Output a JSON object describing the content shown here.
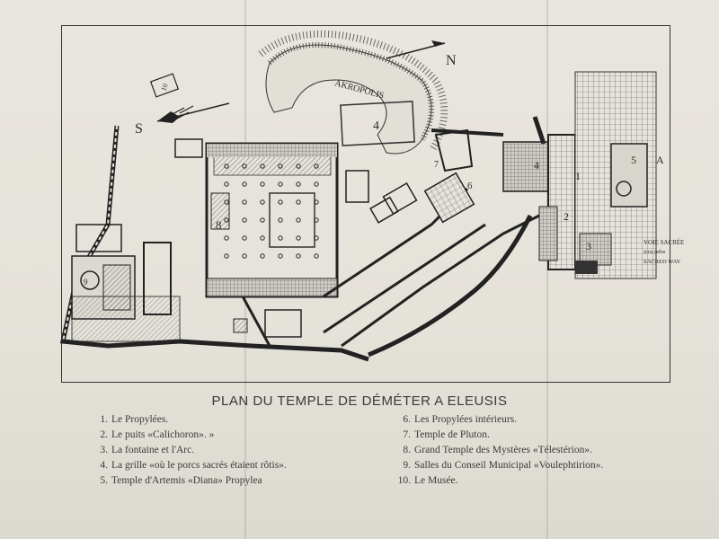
{
  "plan": {
    "title": "PLAN DU TEMPLE DE DÉMÉTER A ELEUSIS",
    "labels": {
      "north": "N",
      "south": "S",
      "acropolis": "AKROPOLIS",
      "voie_sacree": "VOIE SACRÉE",
      "voie_sacree_sub": "iera odos",
      "voie_sacree_en": "SACRED WAY",
      "building_10": "10",
      "n1": "1",
      "n2": "2",
      "n3": "3",
      "n4": "4",
      "n5": "5",
      "n6": "6",
      "n7": "7",
      "n8": "8",
      "n9": "9",
      "nA": "A"
    }
  },
  "legend": {
    "left": [
      {
        "num": "1.",
        "text": "Le Propylées."
      },
      {
        "num": "2.",
        "text": "Le puits «Calichoron».      »"
      },
      {
        "num": "3.",
        "text": "La fontaine et l'Arc."
      },
      {
        "num": "4.",
        "text": "La grille «où le porcs sacrés étaient rôtis»."
      },
      {
        "num": "5.",
        "text": "Temple d'Artemis «Diana» Propylea"
      }
    ],
    "right": [
      {
        "num": "6.",
        "text": "Les Propylées intérieurs."
      },
      {
        "num": "7.",
        "text": "Temple de Pluton."
      },
      {
        "num": "8.",
        "text": "Grand Temple des Mystères «Télestérion»."
      },
      {
        "num": "9.",
        "text": "Salles du Conseil Municipal «Voulephtirion»."
      },
      {
        "num": "10.",
        "text": "Le Musée."
      }
    ]
  }
}
